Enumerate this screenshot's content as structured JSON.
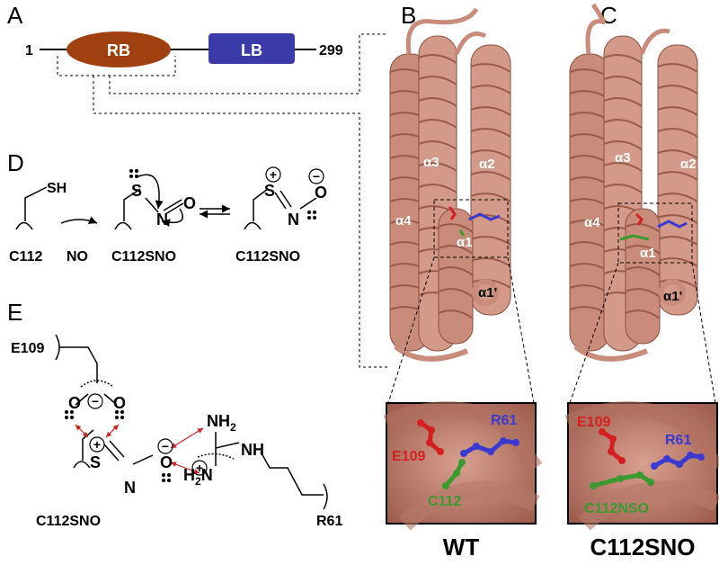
{
  "panels": {
    "a": "A",
    "b": "B",
    "c": "C",
    "d": "D",
    "e": "E"
  },
  "domain": {
    "start": "1",
    "end": "299",
    "rb_label": "RB",
    "lb_label": "LB",
    "rb_color": "#a0400e",
    "lb_color": "#3a3aa8"
  },
  "helices": {
    "h3": "α3",
    "h2": "α2",
    "h4": "α4",
    "h1": "α1",
    "h1p": "α1'"
  },
  "protein_color": "#c98b7a",
  "scheme_d": {
    "sh": "SH",
    "c112": "C112",
    "no": "NO",
    "c112sno_1": "C112SNO",
    "c112sno_2": "C112SNO",
    "s": "S",
    "n": "N",
    "o": "O",
    "plus": "+",
    "minus": "−"
  },
  "scheme_e": {
    "e109": "E109",
    "c112sno": "C112SNO",
    "r61": "R61",
    "nh2_top": "NH",
    "nh2_top_sub": "2",
    "nh": "NH",
    "h2n_h": "H",
    "h2n_sub": "2",
    "h2n_n": "N",
    "s": "S",
    "n": "N",
    "o": "O",
    "plus": "+",
    "minus": "−"
  },
  "inset_wt": {
    "e109": "E109",
    "r61": "R61",
    "c112": "C112"
  },
  "inset_mut": {
    "e109": "E109",
    "r61": "R61",
    "c112": "C112NSO"
  },
  "captions": {
    "wt": "WT",
    "mut": "C112SNO"
  },
  "residue_colors": {
    "red": "#d42020",
    "blue": "#3a3ad0",
    "green": "#3a9a30"
  }
}
